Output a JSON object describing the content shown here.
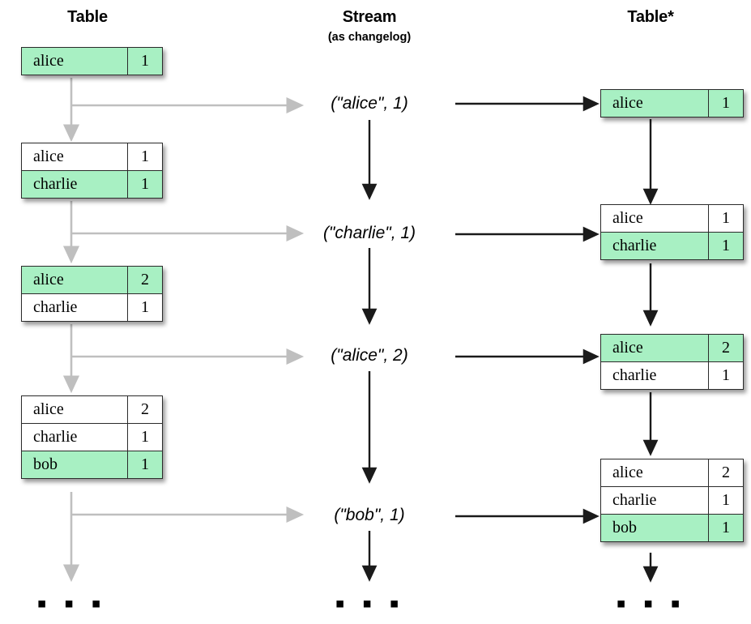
{
  "columns": {
    "left": {
      "heading": "Table",
      "sub": ""
    },
    "middle": {
      "heading": "Stream",
      "sub": "(as changelog)"
    },
    "right": {
      "heading": "Table*",
      "sub": ""
    }
  },
  "colors": {
    "highlight": "#a8f0c3",
    "table_border": "#2b2b2b",
    "gray_arrow": "#bfbfbf",
    "black_arrow": "#1a1a1a",
    "background": "#ffffff"
  },
  "left_tables": [
    {
      "id": "left-table-1",
      "rows": [
        {
          "key": "alice",
          "value": "1",
          "highlight": true
        }
      ]
    },
    {
      "id": "left-table-2",
      "rows": [
        {
          "key": "alice",
          "value": "1",
          "highlight": false
        },
        {
          "key": "charlie",
          "value": "1",
          "highlight": true
        }
      ]
    },
    {
      "id": "left-table-3",
      "rows": [
        {
          "key": "alice",
          "value": "2",
          "highlight": true
        },
        {
          "key": "charlie",
          "value": "1",
          "highlight": false
        }
      ]
    },
    {
      "id": "left-table-4",
      "rows": [
        {
          "key": "alice",
          "value": "2",
          "highlight": false
        },
        {
          "key": "charlie",
          "value": "1",
          "highlight": false
        },
        {
          "key": "bob",
          "value": "1",
          "highlight": true
        }
      ]
    }
  ],
  "stream_events": [
    {
      "id": "stream-event-1",
      "text": "(\"alice\", 1)"
    },
    {
      "id": "stream-event-2",
      "text": "(\"charlie\", 1)"
    },
    {
      "id": "stream-event-3",
      "text": "(\"alice\", 2)"
    },
    {
      "id": "stream-event-4",
      "text": "(\"bob\", 1)"
    }
  ],
  "right_tables": [
    {
      "id": "right-table-1",
      "rows": [
        {
          "key": "alice",
          "value": "1",
          "highlight": true
        }
      ]
    },
    {
      "id": "right-table-2",
      "rows": [
        {
          "key": "alice",
          "value": "1",
          "highlight": false
        },
        {
          "key": "charlie",
          "value": "1",
          "highlight": true
        }
      ]
    },
    {
      "id": "right-table-3",
      "rows": [
        {
          "key": "alice",
          "value": "2",
          "highlight": true
        },
        {
          "key": "charlie",
          "value": "1",
          "highlight": false
        }
      ]
    },
    {
      "id": "right-table-4",
      "rows": [
        {
          "key": "alice",
          "value": "2",
          "highlight": false
        },
        {
          "key": "charlie",
          "value": "1",
          "highlight": false
        },
        {
          "key": "bob",
          "value": "1",
          "highlight": true
        }
      ]
    }
  ],
  "ellipses": {
    "left": "▪ ▪ ▪",
    "middle": "▪ ▪ ▪",
    "right": "▪ ▪ ▪"
  }
}
